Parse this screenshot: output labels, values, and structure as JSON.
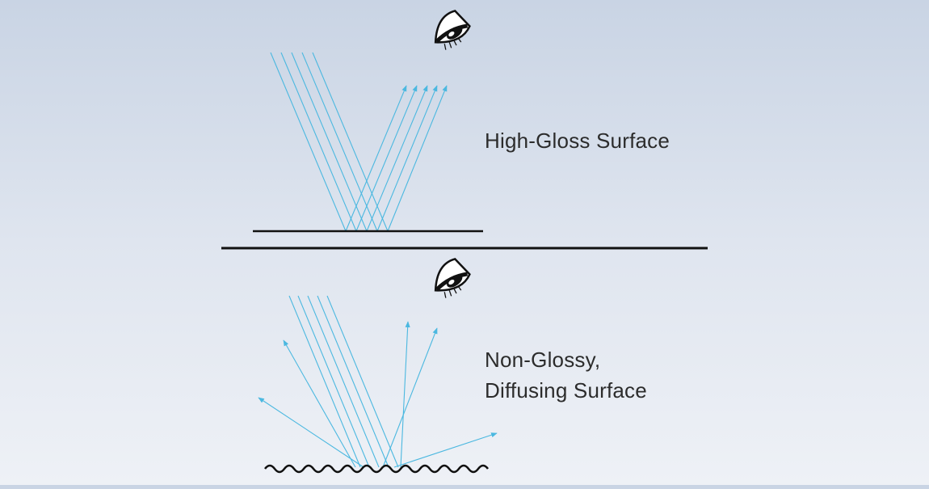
{
  "labels": {
    "high_gloss": "High-Gloss Surface",
    "non_glossy_line1": "Non-Glossy,",
    "non_glossy_line2": "Diffusing Surface"
  },
  "colors": {
    "background_top": "#c9d4e4",
    "background_bottom": "#eef1f6",
    "ray": "#4bb8e0",
    "surface": "#111111",
    "text": "#2c2c2c"
  },
  "icons": [
    "eye-icon"
  ]
}
